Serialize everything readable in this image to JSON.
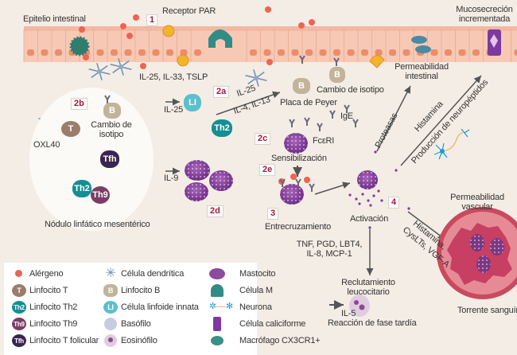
{
  "diagram": {
    "labels": {
      "epithelium": "Epitelio intestinal",
      "par_receptor": "Receptor PAR",
      "mucus": "Mucosecreción incrementada",
      "mucus_l1": "Mucosecreción",
      "mucus_l2": "incrementada",
      "cytokines_epi": "IL-25, IL-33, TSLP",
      "intestinal_perm_l1": "Permeabilidad",
      "intestinal_perm_l2": "intestinal",
      "isotype_switch_top": "Cambio de isotipo",
      "peyer": "Placa de Peyer",
      "il25_il": "IL-25",
      "il25_arrow": "IL-25",
      "il4_il13": "IL-4, IL-13",
      "ige": "IgE",
      "fceri": "FcεRI",
      "sensitization": "Sensibilización",
      "il9": "IL-9",
      "crosslinking": "Entrecruzamiento",
      "activation": "Activación",
      "proteases": "Proteasas",
      "histamine_top": "Histamina",
      "neuropeptides": "Producción de neuropéptidos",
      "vascular_perm_l1": "Permeabilidad",
      "vascular_perm_l2": "vascular",
      "histamine_vascular_l1": "Histamina,",
      "histamine_vascular_l2": "CysLTs, VGF-A",
      "mediators_l1": "TNF, PGD, LBT4,",
      "mediators_l2": "IL-8, MCP-1",
      "leukocyte_l1": "Reclutamiento",
      "leukocyte_l2": "leucocitario",
      "il5": "IL-5",
      "late_phase": "Reacción de fase tardía",
      "bloodstream": "Torrente sanguíneo",
      "node_ox": "OXL40",
      "node_switch_l1": "Cambio de",
      "node_switch_l2": "isotipo",
      "lymph_node": "Nódulo linfático mesentérico"
    },
    "steps": [
      "1",
      "2a",
      "2b",
      "2c",
      "2d",
      "2e",
      "3",
      "4"
    ],
    "cell_letters": {
      "t": "T",
      "b": "B",
      "th2": "Th2",
      "th9": "Th9",
      "tfh": "Tfh",
      "ilc": "LI"
    }
  },
  "legend": {
    "items": [
      {
        "icon": "allergen-icon",
        "label": "Alérgeno"
      },
      {
        "icon": "t-cell-icon",
        "label": "Linfocito T",
        "glyph": "T"
      },
      {
        "icon": "th2-cell-icon",
        "label": "Linfocito Th2",
        "glyph": "Th2"
      },
      {
        "icon": "th9-cell-icon",
        "label": "Linfocito Th9",
        "glyph": "Th9"
      },
      {
        "icon": "tfh-cell-icon",
        "label": "Linfocito T folicular",
        "glyph": "Tfh"
      },
      {
        "icon": "dendritic-cell-icon",
        "label": "Célula dendrítica"
      },
      {
        "icon": "b-cell-icon",
        "label": "Linfocito B",
        "glyph": "B"
      },
      {
        "icon": "ilc-icon",
        "label": "Célula linfoide innata",
        "glyph": "LI"
      },
      {
        "icon": "basophil-icon",
        "label": "Basófilo"
      },
      {
        "icon": "eosinophil-icon",
        "label": "Eosinófilo"
      },
      {
        "icon": "mast-cell-icon",
        "label": "Mastocito"
      },
      {
        "icon": "m-cell-icon",
        "label": "Célula M"
      },
      {
        "icon": "neuron-icon",
        "label": "Neurona"
      },
      {
        "icon": "goblet-cell-icon",
        "label": "Célula caliciforme"
      },
      {
        "icon": "macrophage-icon",
        "label": "Macrófago CX3CR1+"
      }
    ]
  },
  "colors": {
    "background": "#f4ede5",
    "epithelium": "#f7c9b5",
    "nucleus": "#ee8c6a",
    "allergen": "#ee6352",
    "t_cell": "#9b7d6a",
    "b_cell": "#c2b49a",
    "th2": "#138f93",
    "th9": "#7a3e66",
    "tfh": "#3a2550",
    "ilc": "#5bbfcc",
    "mast": "#8c4aa0",
    "step_number": "#a5173a",
    "vessel": "#c9475f"
  }
}
